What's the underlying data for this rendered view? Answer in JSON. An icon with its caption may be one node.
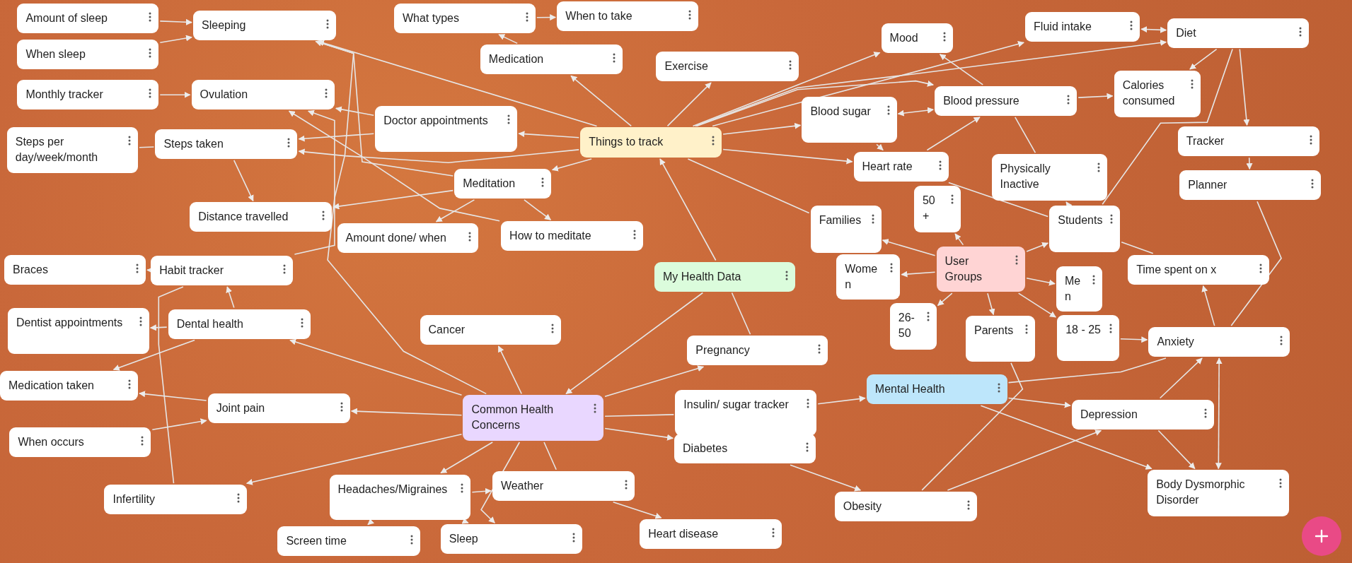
{
  "diagram": {
    "nodes": [
      {
        "text": [
          "Things to track"
        ]
      },
      {
        "text": [
          "My Health Data"
        ]
      },
      {
        "text": [
          "Common Health Concerns"
        ]
      },
      {
        "text": [
          "User Groups"
        ]
      },
      {
        "text": [
          "Mental Health"
        ]
      },
      {
        "text": [
          "Amount of sleep"
        ]
      },
      {
        "text": [
          "When sleep"
        ]
      },
      {
        "text": [
          "Sleeping"
        ]
      },
      {
        "text": [
          "Monthly tracker"
        ]
      },
      {
        "text": [
          "Ovulation"
        ]
      },
      {
        "text": [
          "Steps per day/week/month"
        ]
      },
      {
        "text": [
          "Steps taken"
        ]
      },
      {
        "text": [
          "Distance travelled"
        ]
      },
      {
        "text": [
          "Braces"
        ]
      },
      {
        "text": [
          "Habit tracker"
        ]
      },
      {
        "text": [
          "Dentist appointments"
        ]
      },
      {
        "text": [
          "Dental health"
        ]
      },
      {
        "text": [
          "Medication taken"
        ]
      },
      {
        "text": [
          "Joint pain"
        ]
      },
      {
        "text": [
          "When occurs"
        ]
      },
      {
        "text": [
          "Infertility"
        ]
      },
      {
        "text": [
          "What types"
        ]
      },
      {
        "text": [
          "When to take"
        ]
      },
      {
        "text": [
          "Medication"
        ]
      },
      {
        "text": [
          "Exercise"
        ]
      },
      {
        "text": [
          "Doctor appointments"
        ]
      },
      {
        "text": [
          "Meditation"
        ]
      },
      {
        "text": [
          "Amount done/ when"
        ]
      },
      {
        "text": [
          "How to meditate"
        ]
      },
      {
        "text": [
          "Cancer"
        ]
      },
      {
        "text": [
          "Pregnancy"
        ]
      },
      {
        "text": [
          "Insulin/ sugar tracker"
        ]
      },
      {
        "text": [
          "Diabetes"
        ]
      },
      {
        "text": [
          "Headaches/Migraines"
        ]
      },
      {
        "text": [
          "Weather"
        ]
      },
      {
        "text": [
          "Screen time"
        ]
      },
      {
        "text": [
          "Sleep"
        ]
      },
      {
        "text": [
          "Heart disease"
        ]
      },
      {
        "text": [
          "Mood"
        ]
      },
      {
        "text": [
          "Fluid intake"
        ]
      },
      {
        "text": [
          "Diet"
        ]
      },
      {
        "text": [
          "Blood sugar"
        ]
      },
      {
        "text": [
          "Blood pressure"
        ]
      },
      {
        "text": [
          "Calories consumed"
        ]
      },
      {
        "text": [
          "Heart rate"
        ]
      },
      {
        "text": [
          "Physically Inactive"
        ]
      },
      {
        "text": [
          "Tracker"
        ]
      },
      {
        "text": [
          "Planner"
        ]
      },
      {
        "text": [
          "Families"
        ]
      },
      {
        "text": [
          "50 +"
        ]
      },
      {
        "text": [
          "Students"
        ]
      },
      {
        "text": [
          "Women"
        ]
      },
      {
        "text": [
          "Men"
        ]
      },
      {
        "text": [
          "Time spent on x"
        ]
      },
      {
        "text": [
          "26-50"
        ]
      },
      {
        "text": [
          "Parents"
        ]
      },
      {
        "text": [
          "18 - 25"
        ]
      },
      {
        "text": [
          "Anxiety"
        ]
      },
      {
        "text": [
          "Depression"
        ]
      },
      {
        "text": [
          "Body Dysmorphic Disorder"
        ]
      },
      {
        "text": [
          "Obesity"
        ]
      }
    ],
    "edges": [
      {
        "from": 1,
        "to": 0,
        "arrow": "to"
      },
      {
        "from": 1,
        "to": 2,
        "arrow": "to"
      },
      {
        "from": 1,
        "to": 30,
        "arrow": "none"
      },
      {
        "from": 0,
        "to": 7,
        "arrow": "to"
      },
      {
        "from": 0,
        "to": 23,
        "arrow": "to"
      },
      {
        "from": 0,
        "to": 24,
        "arrow": "to"
      },
      {
        "from": 0,
        "to": 25,
        "arrow": "to"
      },
      {
        "from": 0,
        "to": 11,
        "arrow": "to"
      },
      {
        "from": 0,
        "to": 26,
        "arrow": "to"
      },
      {
        "from": 0,
        "to": 38,
        "arrow": "to"
      },
      {
        "from": 0,
        "to": 41,
        "arrow": "to"
      },
      {
        "from": 0,
        "to": 44,
        "arrow": "to"
      },
      {
        "from": 0,
        "to": 39,
        "arrow": "to"
      },
      {
        "from": 0,
        "to": 40,
        "arrow": "to"
      },
      {
        "from": 0,
        "to": 42,
        "arrow": "to"
      },
      {
        "from": 0,
        "to": 48,
        "arrow": "none"
      },
      {
        "from": 5,
        "to": 7,
        "arrow": "to"
      },
      {
        "from": 6,
        "to": 7,
        "arrow": "to"
      },
      {
        "from": 8,
        "to": 9,
        "arrow": "to"
      },
      {
        "from": 10,
        "to": 11,
        "arrow": "none"
      },
      {
        "from": 11,
        "to": 12,
        "arrow": "to"
      },
      {
        "from": 25,
        "to": 9,
        "arrow": "to"
      },
      {
        "from": 25,
        "to": 11,
        "arrow": "to"
      },
      {
        "from": 14,
        "to": 9,
        "arrow": "to"
      },
      {
        "from": 14,
        "to": 13,
        "arrow": "to"
      },
      {
        "from": 16,
        "to": 14,
        "arrow": "to"
      },
      {
        "from": 16,
        "to": 15,
        "arrow": "to"
      },
      {
        "from": 16,
        "to": 17,
        "arrow": "to"
      },
      {
        "from": 18,
        "to": 17,
        "arrow": "to"
      },
      {
        "from": 19,
        "to": 18,
        "arrow": "to"
      },
      {
        "from": 20,
        "to": 14,
        "arrow": "none"
      },
      {
        "from": 23,
        "to": 21,
        "arrow": "to"
      },
      {
        "from": 21,
        "to": 22,
        "arrow": "to"
      },
      {
        "from": 26,
        "to": 12,
        "arrow": "to"
      },
      {
        "from": 26,
        "to": 27,
        "arrow": "to"
      },
      {
        "from": 26,
        "to": 28,
        "arrow": "to"
      },
      {
        "from": 26,
        "to": 7,
        "arrow": "to"
      },
      {
        "from": 28,
        "to": 9,
        "arrow": "to"
      },
      {
        "from": 2,
        "to": 7,
        "arrow": "to"
      },
      {
        "from": 2,
        "to": 16,
        "arrow": "to"
      },
      {
        "from": 2,
        "to": 18,
        "arrow": "to"
      },
      {
        "from": 2,
        "to": 20,
        "arrow": "to"
      },
      {
        "from": 2,
        "to": 29,
        "arrow": "to"
      },
      {
        "from": 2,
        "to": 33,
        "arrow": "to"
      },
      {
        "from": 2,
        "to": 34,
        "arrow": "none"
      },
      {
        "from": 2,
        "to": 36,
        "arrow": "to"
      },
      {
        "from": 2,
        "to": 30,
        "arrow": "to"
      },
      {
        "from": 2,
        "to": 31,
        "arrow": "none"
      },
      {
        "from": 2,
        "to": 32,
        "arrow": "to"
      },
      {
        "from": 33,
        "to": 35,
        "arrow": "to"
      },
      {
        "from": 33,
        "to": 34,
        "arrow": "to"
      },
      {
        "from": 33,
        "to": 36,
        "arrow": "to"
      },
      {
        "from": 34,
        "to": 37,
        "arrow": "to"
      },
      {
        "from": 32,
        "to": 60,
        "arrow": "to"
      },
      {
        "from": 31,
        "to": 4,
        "arrow": "to"
      },
      {
        "from": 60,
        "to": 58,
        "arrow": "to"
      },
      {
        "from": 55,
        "to": 60,
        "arrow": "none"
      },
      {
        "from": 4,
        "to": 57,
        "arrow": "none"
      },
      {
        "from": 4,
        "to": 58,
        "arrow": "to"
      },
      {
        "from": 4,
        "to": 59,
        "arrow": "to"
      },
      {
        "from": 58,
        "to": 57,
        "arrow": "to"
      },
      {
        "from": 58,
        "to": 59,
        "arrow": "to"
      },
      {
        "from": 57,
        "to": 59,
        "arrow": "both"
      },
      {
        "from": 57,
        "to": 53,
        "arrow": "to"
      },
      {
        "from": 57,
        "to": 47,
        "arrow": "none"
      },
      {
        "from": 56,
        "to": 57,
        "arrow": "to"
      },
      {
        "from": 3,
        "to": 48,
        "arrow": "to"
      },
      {
        "from": 3,
        "to": 49,
        "arrow": "to"
      },
      {
        "from": 3,
        "to": 50,
        "arrow": "to"
      },
      {
        "from": 3,
        "to": 51,
        "arrow": "to"
      },
      {
        "from": 3,
        "to": 52,
        "arrow": "to"
      },
      {
        "from": 3,
        "to": 54,
        "arrow": "to"
      },
      {
        "from": 3,
        "to": 55,
        "arrow": "to"
      },
      {
        "from": 3,
        "to": 56,
        "arrow": "to"
      },
      {
        "from": 50,
        "to": 45,
        "arrow": "to"
      },
      {
        "from": 50,
        "to": 40,
        "arrow": "none"
      },
      {
        "from": 50,
        "to": 53,
        "arrow": "none"
      },
      {
        "from": 44,
        "to": 50,
        "arrow": "none"
      },
      {
        "from": 40,
        "to": 43,
        "arrow": "to"
      },
      {
        "from": 40,
        "to": 46,
        "arrow": "to"
      },
      {
        "from": 46,
        "to": 47,
        "arrow": "to"
      },
      {
        "from": 39,
        "to": 40,
        "arrow": "both"
      },
      {
        "from": 42,
        "to": 43,
        "arrow": "to"
      },
      {
        "from": 42,
        "to": 38,
        "arrow": "to"
      },
      {
        "from": 41,
        "to": 42,
        "arrow": "both"
      },
      {
        "from": 44,
        "to": 42,
        "arrow": "to"
      },
      {
        "from": 41,
        "to": 44,
        "arrow": "to"
      },
      {
        "from": 45,
        "to": 42,
        "arrow": "none"
      }
    ]
  }
}
